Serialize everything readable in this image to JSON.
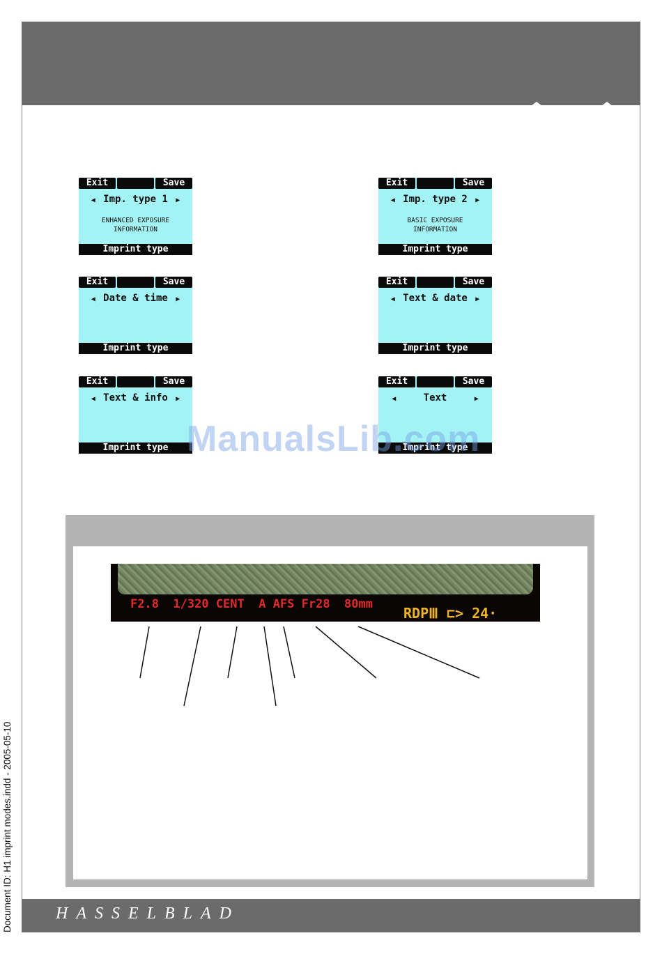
{
  "screens": [
    {
      "exit": "Exit",
      "save": "Save",
      "title": "Imp. type 1",
      "desc": "ENHANCED EXPOSURE\nINFORMATION",
      "footer": "Imprint type"
    },
    {
      "exit": "Exit",
      "save": "Save",
      "title": "Imp. type 2",
      "desc": "BASIC EXPOSURE\nINFORMATION",
      "footer": "Imprint type"
    },
    {
      "exit": "Exit",
      "save": "Save",
      "title": "Date & time",
      "desc": "",
      "footer": "Imprint type"
    },
    {
      "exit": "Exit",
      "save": "Save",
      "title": "Text & date",
      "desc": "",
      "footer": "Imprint type"
    },
    {
      "exit": "Exit",
      "save": "Save",
      "title": "Text & info",
      "desc": "",
      "footer": "Imprint type"
    },
    {
      "exit": "Exit",
      "save": "Save",
      "title": "Text",
      "desc": "",
      "footer": "Imprint type"
    }
  ],
  "watermark": "ManualsLib.com",
  "viewfinder": {
    "readout": "F2.8  1/320 CENT  A AFS Fr28  80mm",
    "right": "RDPⅢ ⊏> 24·"
  },
  "footer": {
    "brand": "HASSELBLAD"
  },
  "side_meta": "Document ID: H1 imprint modes.indd - 2005-05-10",
  "colors": {
    "lcd": "#a3f2f4",
    "band": "#6b6b6b",
    "readout_red": "#e02a2a",
    "readout_yellow": "#f0b428"
  }
}
